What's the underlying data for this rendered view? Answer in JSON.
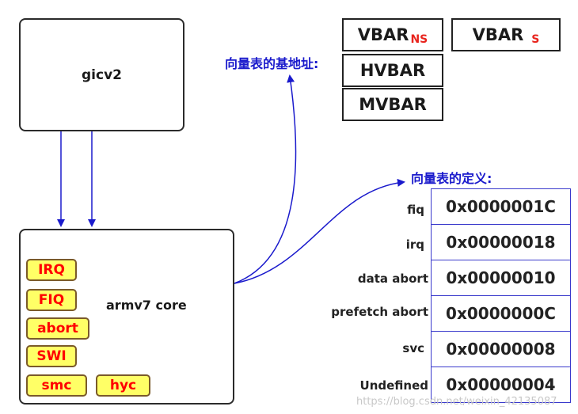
{
  "gic": {
    "label": "gicv2"
  },
  "core": {
    "label": "armv7 core"
  },
  "exceptions": [
    "IRQ",
    "FIQ",
    "abort",
    "SWI",
    "smc",
    "hyc"
  ],
  "base_title": "向量表的基地址:",
  "registers": {
    "vbar_ns": {
      "main": "VBAR",
      "sub": "NS"
    },
    "vbar_s": {
      "main": "VBAR",
      "sub": "S"
    },
    "hvbar": "HVBAR",
    "mvbar": "MVBAR"
  },
  "vector_table": {
    "title": "向量表的定义:",
    "rows": [
      {
        "name": "fiq",
        "addr": "0x0000001C"
      },
      {
        "name": "irq",
        "addr": "0x00000018"
      },
      {
        "name": "data abort",
        "addr": "0x00000010"
      },
      {
        "name": "prefetch abort",
        "addr": "0x0000000C"
      },
      {
        "name": "svc",
        "addr": "0x00000008"
      },
      {
        "name": "Undefined",
        "addr": "0x00000004"
      }
    ]
  },
  "watermark": "https://blog.csdn.net/weixin_42135087",
  "colors": {
    "arrow": "#1a1acc",
    "exception_fill": "#ffff66",
    "exception_text": "#ff0000",
    "reg_sub": "#e8241d"
  }
}
